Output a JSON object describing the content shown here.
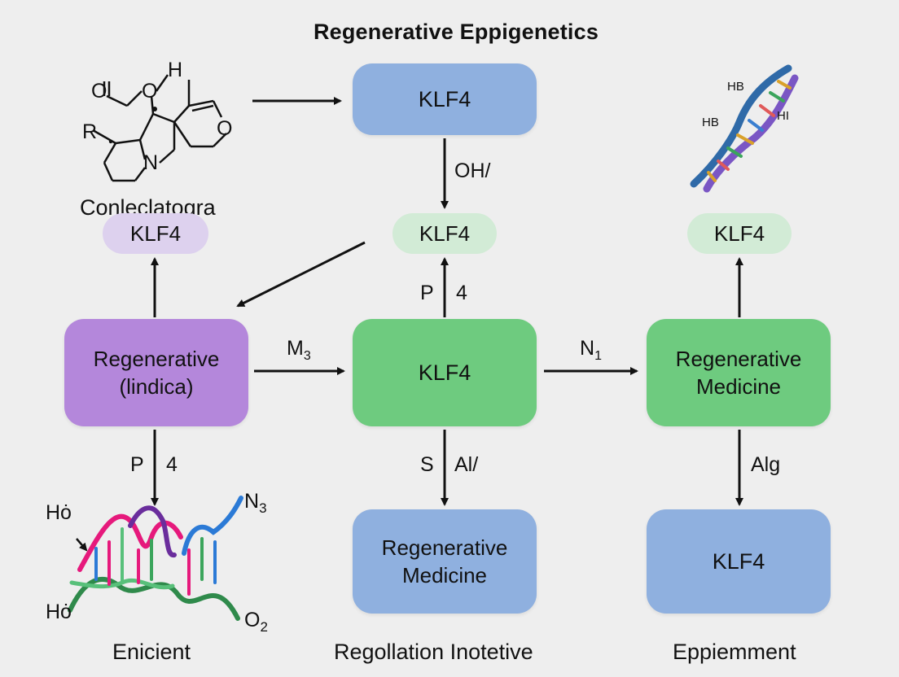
{
  "title": "Regenerative Eppigenetics",
  "nodes": {
    "top_center": "KLF4",
    "mid_center_pill": "KLF4",
    "left_pill": "KLF4",
    "right_pill": "KLF4",
    "left_box": [
      "Regenerative",
      "(lindica)"
    ],
    "center_box": "KLF4",
    "right_box": [
      "Regenerative",
      "Medicine"
    ],
    "bottom_center_box": [
      "Regenerative",
      "Medicine"
    ],
    "bottom_right_box": "KLF4"
  },
  "edge_labels": {
    "oh": "OH/",
    "p4_center_p": "P",
    "p4_center_4": "4",
    "m3": "M",
    "m3_sub": "3",
    "n1": "N",
    "n1_sub": "1",
    "p4_left_p": "P",
    "p4_left_4": "4",
    "s": "S",
    "al": "Al/",
    "alg": "Alg"
  },
  "molecule": {
    "caption": "Conleclatogra",
    "o_label": "O",
    "h_label": "H",
    "r_label": "R",
    "n_label": "N",
    "o_ring_label": "O"
  },
  "dna_top": {
    "hb1": "HB",
    "hb2": "HB",
    "hi": "HI"
  },
  "dna_bottom": {
    "ho_top": "Hȯ",
    "ho_bottom": "Hȯ",
    "n3": "N",
    "n3_sub": "3",
    "o2": "O",
    "o2_sub": "2"
  },
  "captions": {
    "left": "Enicient",
    "center": "Regollation Inotetive",
    "right": "Eppiemment"
  },
  "colors": {
    "background": "#eeeeee",
    "blue_node": "#8fb0df",
    "green_node": "#6ecb7f",
    "purple_node": "#b487db",
    "light_green_pill": "#d2ebd6",
    "lavender_pill": "#ddd1ee"
  }
}
